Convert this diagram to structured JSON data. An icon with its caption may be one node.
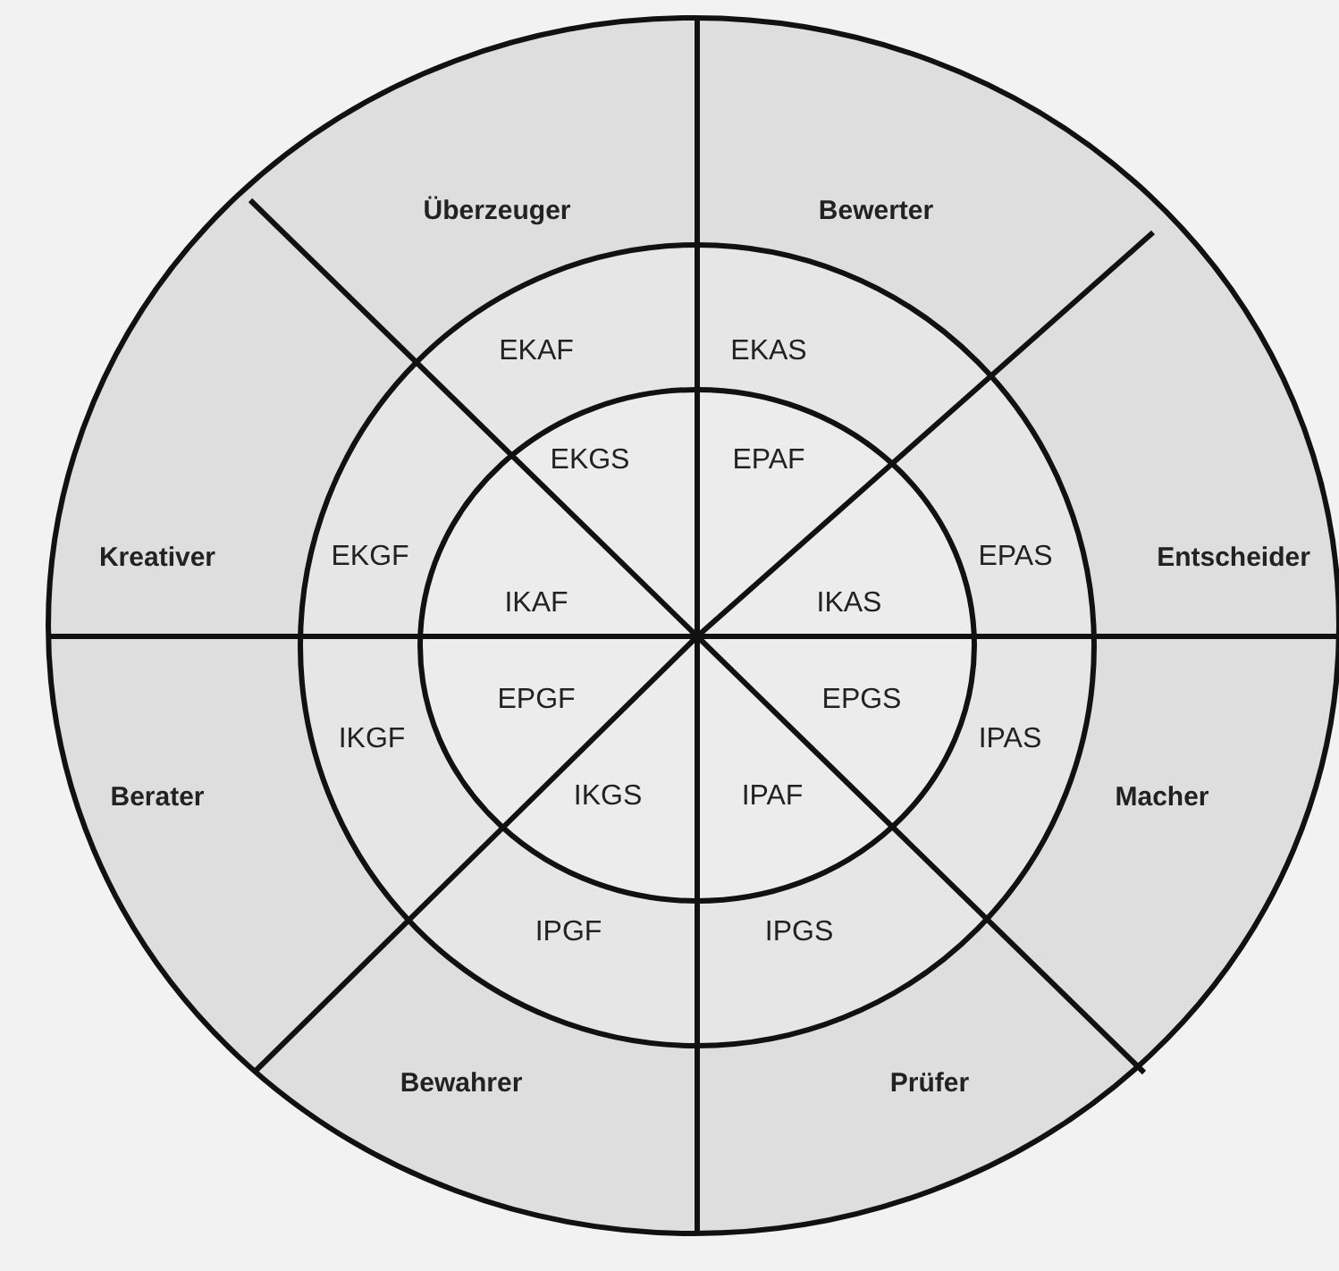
{
  "diagram": {
    "labels": [
      "Überzeuger",
      "Bewerter",
      "EKAF",
      "EKAS",
      "EKGS",
      "EPAF",
      "Kreativer",
      "EKGF",
      "EPAS",
      "Entscheider",
      "IKAF",
      "IKAS",
      "EPGF",
      "EPGS",
      "IKGF",
      "IPAS",
      "Berater",
      "IKGS",
      "IPAF",
      "Macher",
      "IPGF",
      "IPGS",
      "Bewahrer",
      "Prüfer"
    ]
  }
}
